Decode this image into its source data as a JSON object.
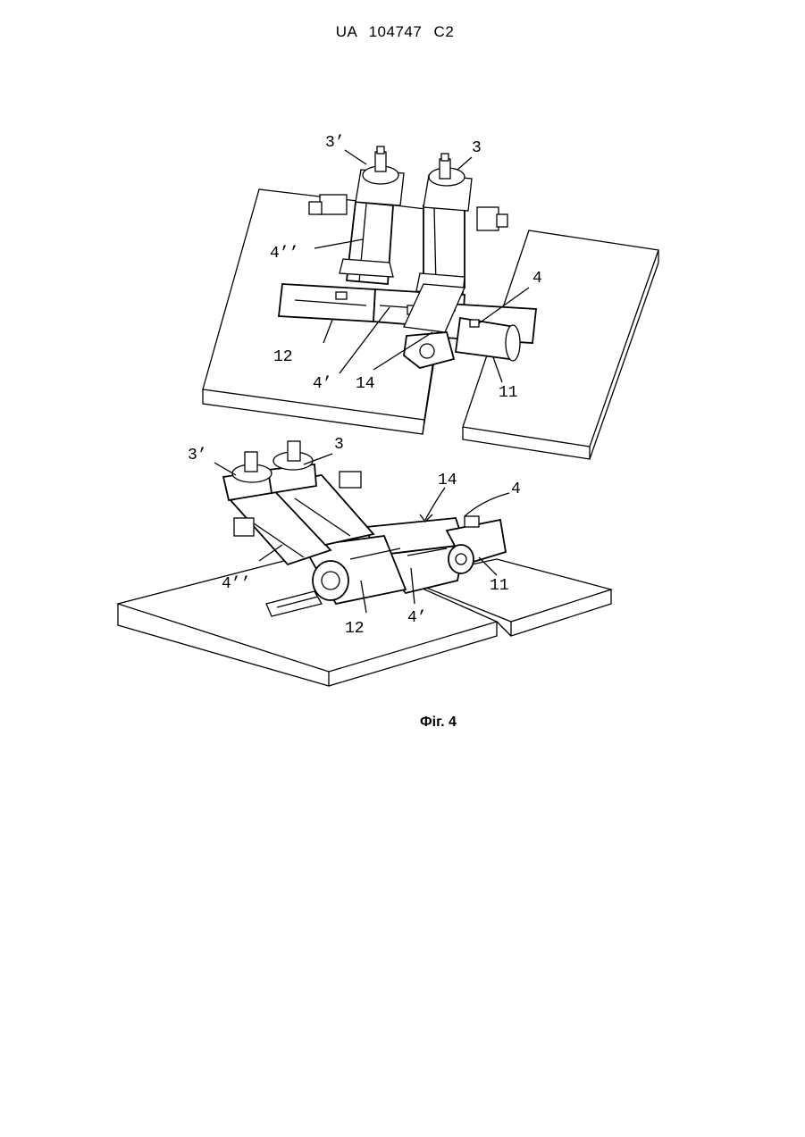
{
  "header": {
    "patent_number": "UA   104747   C2"
  },
  "figure": {
    "caption": "Фіг. 4",
    "top_view_labels": {
      "l3p": "3’",
      "l3": "3",
      "l4pp": "4’’",
      "l4": "4",
      "l12": "12",
      "l4p": "4’",
      "l14": "14",
      "l11": "11"
    },
    "bottom_view_labels": {
      "l3p": "3’",
      "l3": "3",
      "l14": "14",
      "l4": "4",
      "l4pp": "4’’",
      "l11": "11",
      "l12": "12",
      "l4p": "4’"
    }
  }
}
